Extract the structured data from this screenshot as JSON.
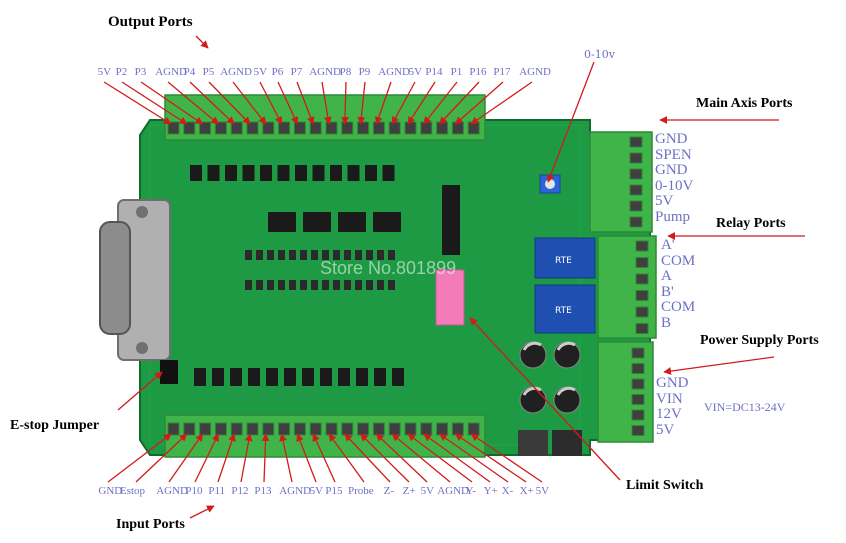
{
  "labels": {
    "output_ports": "Output Ports",
    "input_ports": "Input Ports",
    "main_axis_ports": "Main Axis Ports",
    "relay_ports": "Relay Ports",
    "power_supply_ports": "Power Supply Ports",
    "estop_jumper": "E-stop Jumper",
    "limit_switch": "Limit Switch",
    "zero_ten_v": "0-10v",
    "vin_note": "VIN=DC13-24V",
    "watermark": "Store No.801899"
  },
  "top_pins": [
    "5V",
    "P2",
    "P3",
    "AGND",
    "P4",
    "P5",
    "AGND",
    "5V",
    "P6",
    "P7",
    "AGND",
    "P8",
    "P9",
    "AGND",
    "5V",
    "P14",
    "P1",
    "P16",
    "P17",
    "AGND"
  ],
  "bottom_pins": [
    "GND",
    "Estop",
    "AGND",
    "P10",
    "P11",
    "P12",
    "P13",
    "AGND",
    "5V",
    "P15",
    "Probe",
    "Z-",
    "Z+",
    "5V",
    "AGND",
    "Y-",
    "Y+",
    "X-",
    "X+",
    "5V"
  ],
  "main_axis_pins": [
    "GND",
    "SPEN",
    "GND",
    "0-10V",
    "5V",
    "Pump"
  ],
  "relay_pins": [
    "A'",
    "COM",
    "A",
    "B'",
    "COM",
    "B"
  ],
  "power_pins": [
    "GND",
    "VIN",
    "12V",
    "5V"
  ],
  "colors": {
    "pcb": "#1d9a43",
    "pcb_dark": "#167a35",
    "terminal": "#41b449",
    "terminal_dark": "#2c8a36",
    "arrow": "#d11b1b",
    "pin_text": "#6f6fc8"
  }
}
